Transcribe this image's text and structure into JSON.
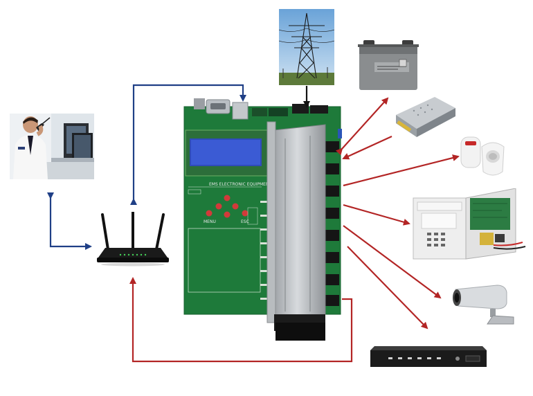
{
  "board": {
    "silkscreen_lines": [
      "EMS ELECTRONIC EQUIPMENT"
    ],
    "menu_label": "MENU",
    "esc_label": "ESC",
    "footer_label": ""
  },
  "colors": {
    "network_link": "#1f3f86",
    "output_link": "#b32525",
    "power_link": "#111111",
    "pcb": "#1e7a3a",
    "lcd": "#2f4bb8"
  },
  "icons": [
    "operator-with-radio-icon",
    "wifi-router-icon",
    "power-tower-icon",
    "battery-icon",
    "power-supply-icon",
    "motion-sensor-icon",
    "alarm-panel-icon",
    "cctv-camera-icon",
    "dvr-recorder-icon"
  ]
}
